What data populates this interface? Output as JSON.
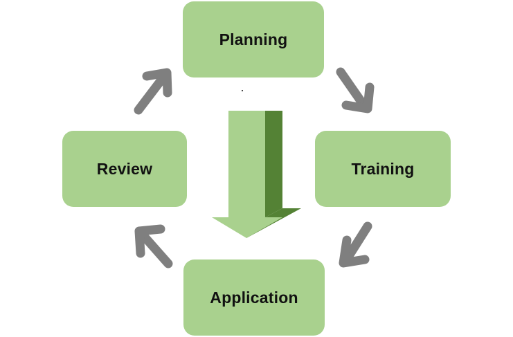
{
  "diagram": {
    "stages": {
      "planning": "Planning",
      "training": "Training",
      "application": "Application",
      "review": "Review"
    }
  },
  "colors": {
    "box_fill": "#a9d18e",
    "arrow_gray": "#7f7f7f",
    "center_arrow_light": "#a9d18e",
    "center_arrow_dark": "#548235"
  },
  "icons": {
    "cycle_arrows": "arrow-icon",
    "center_arrow": "down-arrow-icon"
  }
}
